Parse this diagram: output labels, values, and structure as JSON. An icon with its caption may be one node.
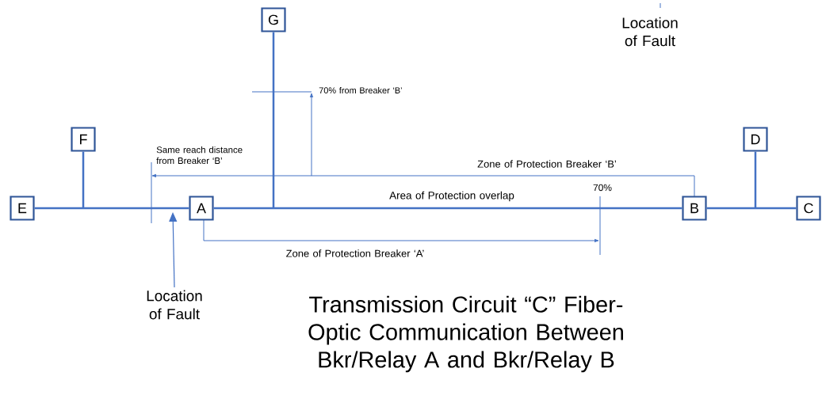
{
  "diagram": {
    "caption": "Transmission Circuit “C” Fiber-Optic Communication Between Bkr/Relay A and Bkr/Relay  B",
    "nodes": [
      {
        "text": [
          "G"
        ]
      },
      {
        "text": [
          "F"
        ]
      },
      {
        "text": [
          "D"
        ]
      },
      {
        "text": [
          "E"
        ]
      },
      {
        "text": [
          "A"
        ]
      },
      {
        "text": [
          "B"
        ]
      },
      {
        "text": [
          "C"
        ]
      },
      {
        "text": [
          "Location of Fault"
        ]
      }
    ],
    "edges": [
      {
        "from": 3,
        "to": 4,
        "arrow": "none"
      },
      {
        "from": 4,
        "to": 5,
        "arrow": "none"
      },
      {
        "from": 5,
        "to": 6,
        "arrow": "none"
      },
      {
        "from": 1,
        "to": null,
        "arrow": "none"
      },
      {
        "from": 0,
        "to": null,
        "arrow": "none"
      },
      {
        "from": 2,
        "to": null,
        "arrow": "none"
      },
      {
        "from": 7,
        "to": null,
        "arrow": "to"
      }
    ],
    "labels": [
      "Location of Fault",
      "70% from Breaker ‘B’",
      "Same reach distance from Breaker ‘B’",
      "Zone of Protection Breaker ‘B’",
      "70%",
      "Area of Protection overlap",
      "Zone of Protection Breaker ‘A’"
    ]
  }
}
